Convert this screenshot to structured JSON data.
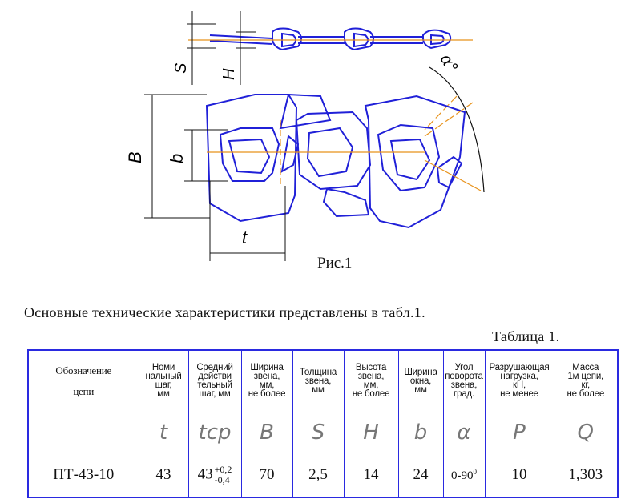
{
  "figure": {
    "dim_labels": {
      "S": "S",
      "H": "H",
      "B": "B",
      "b": "b",
      "t": "t",
      "alpha": "α°"
    },
    "caption": "Рис.1",
    "colors": {
      "outline": "#2020d8",
      "axis": "#e8921a",
      "dims": "#111111"
    }
  },
  "intro_text": "Основные технические характеристики представлены в табл.1.",
  "table": {
    "title": "Таблица 1.",
    "headers": [
      {
        "lines": [
          "Обозначение",
          "цепи"
        ]
      },
      {
        "lines": [
          "Номи",
          "нальный",
          "шаг,",
          "мм"
        ]
      },
      {
        "lines": [
          "Средний",
          "действи",
          "тельный",
          "шаг, мм"
        ]
      },
      {
        "lines": [
          "Ширина",
          "звена,",
          "мм,",
          "не более"
        ]
      },
      {
        "lines": [
          "Толщина",
          "звена,",
          "мм"
        ]
      },
      {
        "lines": [
          "Высота",
          "звена,",
          "мм,",
          "не более"
        ]
      },
      {
        "lines": [
          "Ширина",
          "окна,",
          "мм"
        ]
      },
      {
        "lines": [
          "Угол",
          "поворота",
          "звена,",
          "град."
        ]
      },
      {
        "lines": [
          "Разрушающая",
          "нагрузка,",
          "кН,",
          "не менее"
        ]
      },
      {
        "lines": [
          "Масса",
          "1м цепи,",
          "кг,",
          "не более"
        ]
      }
    ],
    "symbols": [
      "",
      "t",
      "tср",
      "B",
      "S",
      "H",
      "b",
      "α",
      "P",
      "Q"
    ],
    "row": {
      "name": "ПТ-43-10",
      "pitch": "43",
      "avg_pitch": "43",
      "avg_pitch_tol_upper": "+0,2",
      "avg_pitch_tol_lower": "-0,4",
      "width": "70",
      "thickness": "2,5",
      "height": "14",
      "window": "24",
      "angle": "0-90",
      "angle_unit": "0",
      "load": "10",
      "mass": "1,303"
    }
  }
}
